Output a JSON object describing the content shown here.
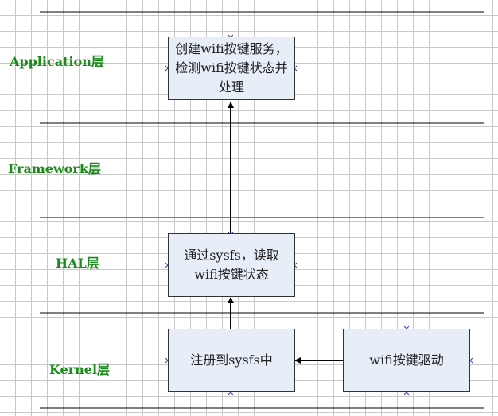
{
  "layers": {
    "application": "Application层",
    "framework": "Framework层",
    "hal": "HAL层",
    "kernel": "Kernel层"
  },
  "nodes": {
    "app_service": "创建wifi按键服务，检测wifi按键状态并处理",
    "hal_read": "通过sysfs，读取wifi按键状态",
    "kernel_register": "注册到sysfs中",
    "kernel_driver": "wifi按键驱动"
  },
  "colors": {
    "layer_label": "#1a8a1a",
    "node_fill": "#e8eef8",
    "node_border": "#333333",
    "connector_mark": "#3a3aa8",
    "divider": "#000000"
  }
}
